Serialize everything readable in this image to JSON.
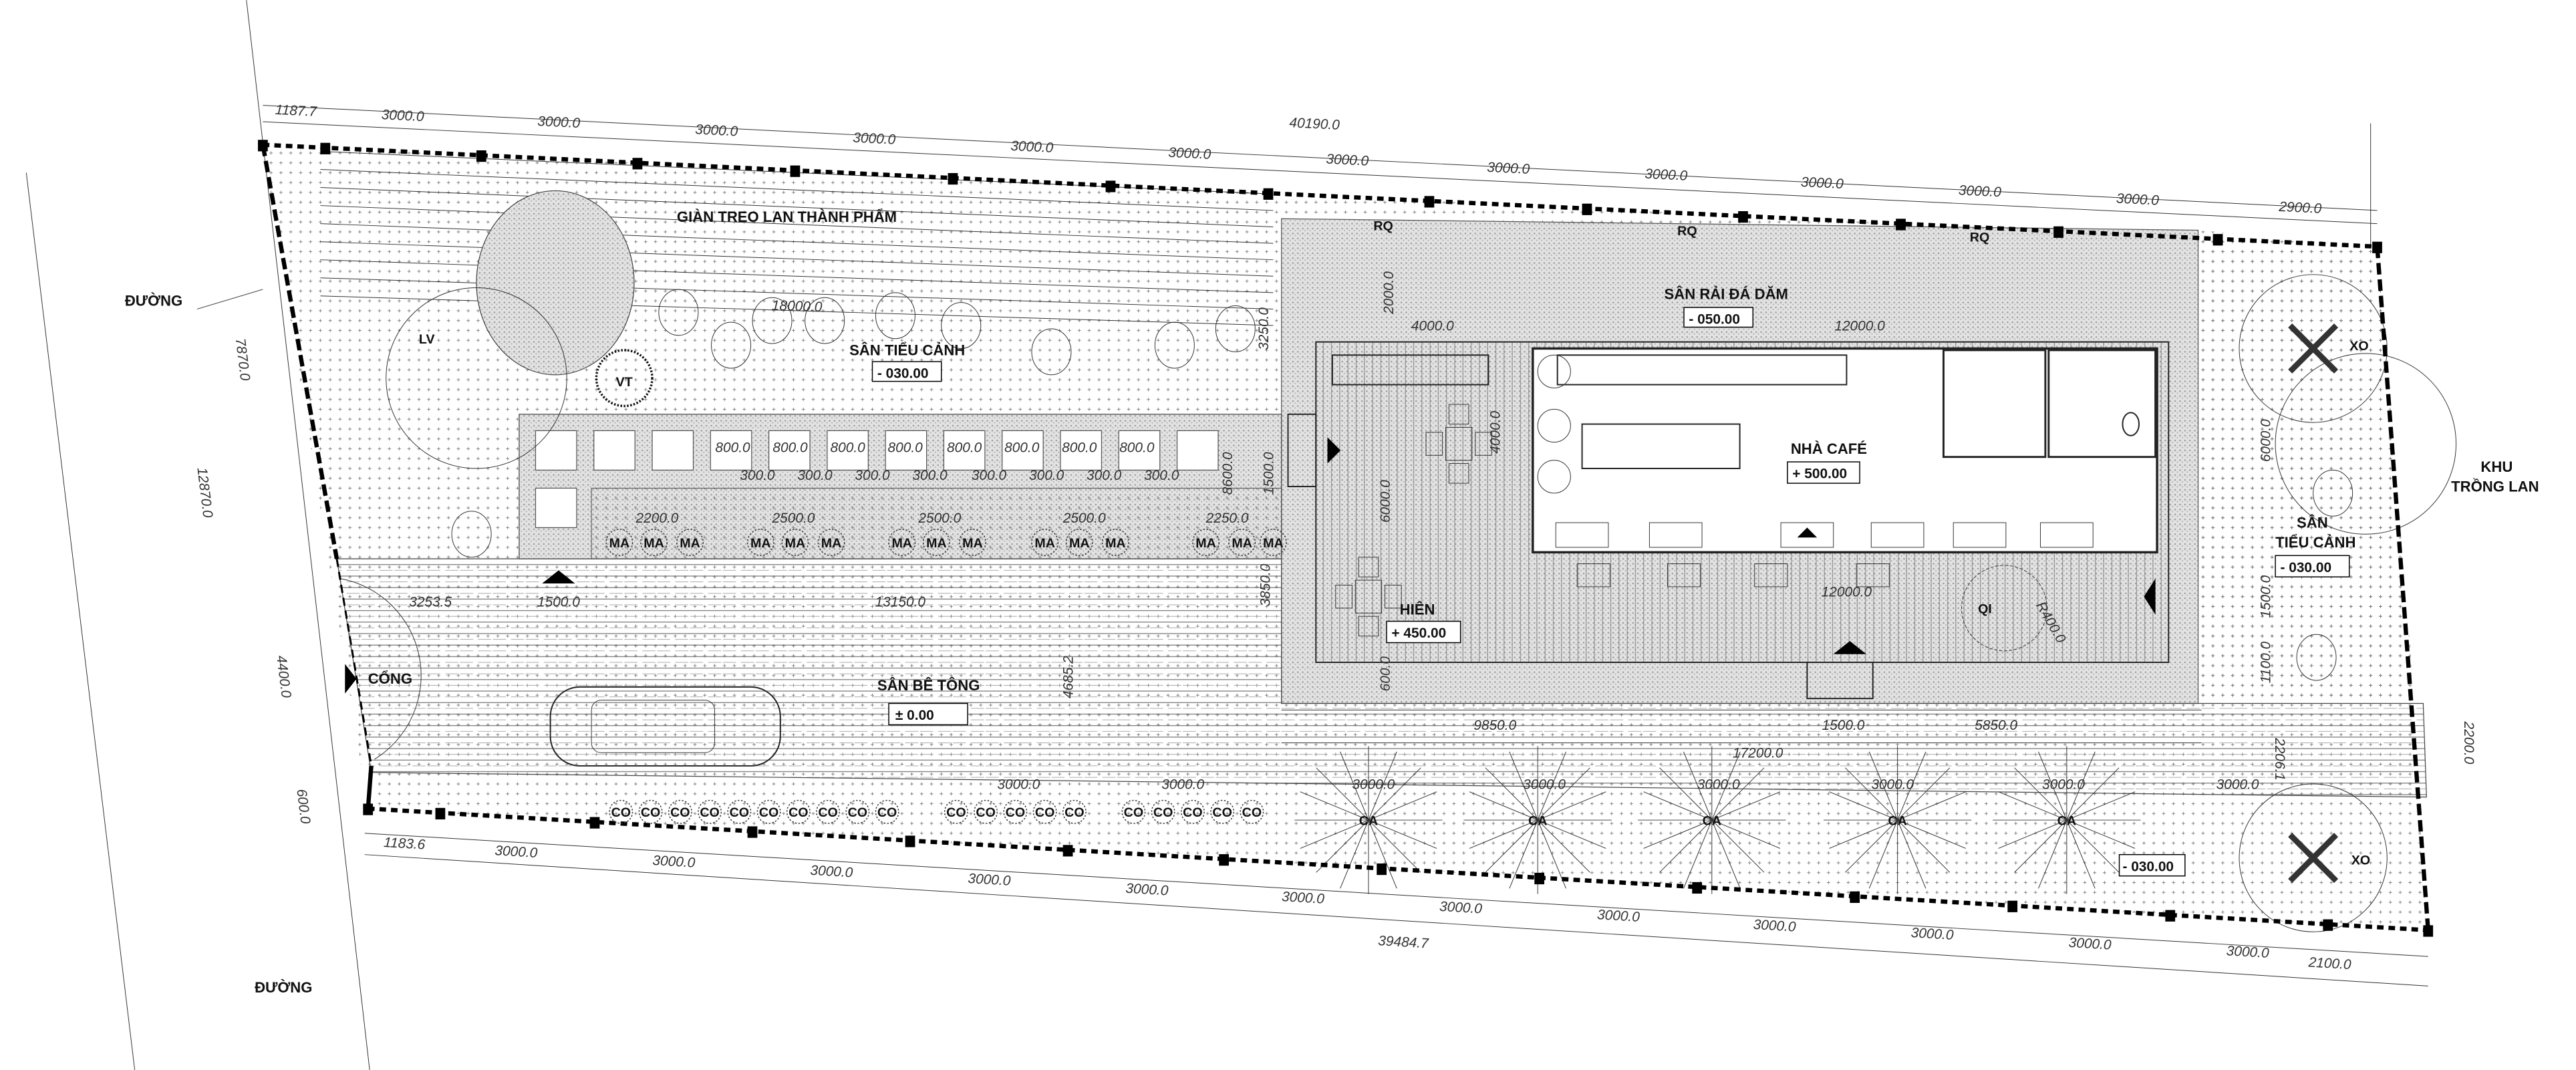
{
  "site": {
    "road_left": "ĐƯỜNG",
    "road_bottom": "ĐƯỜNG",
    "neighbor_line1": "KHU",
    "neighbor_line2": "TRỒNG LAN",
    "gate": "CỔNG"
  },
  "zones": {
    "pergola": "GIÀN TREO LAN THÀNH PHẨM",
    "garden_left": {
      "name": "SÂN TIỂU CẢNH",
      "level": "- 030.00"
    },
    "gravel": {
      "name": "SÂN RẢI ĐÁ DĂM",
      "level": "- 050.00"
    },
    "cafe": {
      "name": "NHÀ CAFÉ",
      "level": "+ 500.00"
    },
    "porch": {
      "name": "HIÊN",
      "level": "+ 450.00"
    },
    "garden_right": {
      "name_line1": "SÂN",
      "name_line2": "TIỂU CẢNH",
      "level": "- 030.00"
    },
    "concrete": {
      "name": "SÂN BÊ TÔNG",
      "level": "± 0.00"
    },
    "bottom_strip_level": "- 030.00"
  },
  "plants": {
    "lv": "LV",
    "vt": "VT",
    "rq": "RQ",
    "xo": "XO",
    "qi": "QI",
    "ca": "CA",
    "ma": "MA",
    "co": "CO"
  },
  "dimensions": {
    "top_total": "40190.0",
    "top_segments": [
      "1187.7",
      "3000.0",
      "3000.0",
      "3000.0",
      "3000.0",
      "3000.0",
      "3000.0",
      "3000.0",
      "3000.0",
      "3000.0",
      "3000.0",
      "3000.0",
      "3000.0",
      "2900.0"
    ],
    "bottom_total": "39484.7",
    "bottom_segments": [
      "1183.6",
      "3000.0",
      "3000.0",
      "3000.0",
      "3000.0",
      "3000.0",
      "3000.0",
      "3000.0",
      "3000.0",
      "3000.0",
      "3000.0",
      "3000.0",
      "3000.0",
      "2100.0"
    ],
    "left_outer": "12870.0",
    "left_upper": "7870.0",
    "left_gate": "4400.0",
    "left_bottom": "600.0",
    "pergola_length": "18000.0",
    "planter_widths": [
      "800.0",
      "800.0",
      "800.0",
      "800.0",
      "800.0",
      "800.0",
      "800.0",
      "800.0"
    ],
    "planter_gaps": [
      "300.0",
      "300.0",
      "300.0",
      "300.0",
      "300.0",
      "300.0",
      "300.0",
      "300.0"
    ],
    "hedge_spacing": [
      "2200.0",
      "2500.0",
      "2500.0",
      "2500.0",
      "2250.0"
    ],
    "yard_row": [
      "3253.5",
      "1500.0",
      "13150.0"
    ],
    "yard_depth": "4685.2",
    "garden_v1": "3250.0",
    "garden_v2": "8600.0",
    "garden_v3": "1500.0",
    "garden_v4": "3850.0",
    "gravel_depth": "2000.0",
    "porch_width": "4000.0",
    "cafe_width": "12000.0",
    "porch_table_depth": "4000.0",
    "porch_depth": "6000.0",
    "porch_front_width": "12000.0",
    "porch_step": "600.0",
    "tree_radius": "R400.0",
    "right_v1": "6000.0",
    "right_v2": "1500.0",
    "right_v3": "1100.0",
    "front_row": [
      "9850.0",
      "1500.0",
      "5850.0"
    ],
    "front_total": "17200.0",
    "tree_spacing": [
      "3000.0",
      "3000.0",
      "3000.0",
      "3000.0",
      "3000.0",
      "3000.0",
      "3000.0",
      "3000.0"
    ],
    "right_gate": "2200.0",
    "right_gate_offset": "2206.1"
  }
}
